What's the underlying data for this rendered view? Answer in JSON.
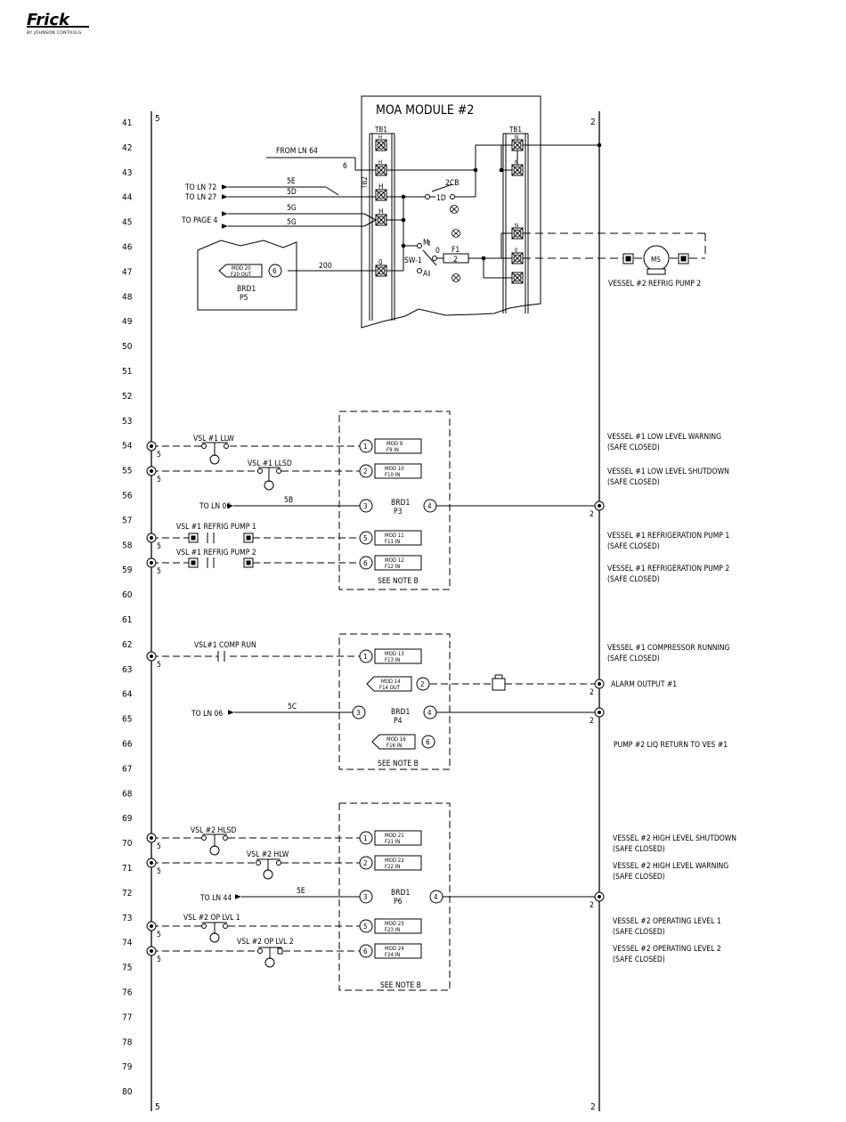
{
  "logo": {
    "brand": "Frick",
    "sub": "BY JOHNSON CONTROLS"
  },
  "module_title": "MOA MODULE #2",
  "line_numbers": [
    "41",
    "42",
    "43",
    "44",
    "45",
    "46",
    "47",
    "48",
    "49",
    "50",
    "51",
    "52",
    "53",
    "54",
    "55",
    "56",
    "57",
    "58",
    "59",
    "60",
    "61",
    "62",
    "63",
    "64",
    "65",
    "66",
    "67",
    "68",
    "69",
    "70",
    "71",
    "72",
    "73",
    "74",
    "75",
    "76",
    "77",
    "78",
    "79",
    "80"
  ],
  "rails": {
    "left": "5",
    "right": "2"
  },
  "top_section": {
    "tb1_left": "TB1",
    "tb1_right": "TB1",
    "tb2": "TB2",
    "from_ln": "FROM LN 64",
    "wire6": "6",
    "to_ln72": "TO LN 72",
    "to_ln27": "TO LN 27",
    "wire5e": "5E",
    "wire5d": "5D",
    "to_page4": "TO PAGE 4",
    "wire5g_a": "5G",
    "wire5g_b": "5G",
    "h": "H",
    "n": "N",
    "zero": "0",
    "cb": "2CB",
    "cb_term": "1D",
    "sw": "SW-1",
    "sw_m": "M",
    "sw_zero": "0",
    "sw_a": "A",
    "fuse": "F1",
    "fuse_num": "2",
    "mod20": "MOD 20",
    "mod20_sub": "F20 OUT",
    "node6": "6",
    "wire200": "200",
    "brd1": "BRD1",
    "p5": "P5",
    "motor": "MS",
    "pump_label": "VESSEL #2 REFRIG PUMP 2"
  },
  "p3_section": {
    "brd": "BRD1",
    "port": "P3",
    "note": "SEE NOTE B",
    "sw1": "VSL #1 LLW",
    "sw2": "VSL #1 LLSD",
    "sw3": "VSL #1 REFRIG PUMP 1",
    "sw4": "VSL #1 REFRIG PUMP 2",
    "to_ln": "TO LN 06",
    "wire": "5B",
    "mod9": "MOD 9",
    "mod9s": "F9 IN",
    "mod10": "MOD 10",
    "mod10s": "F10 IN",
    "mod11": "MOD 11",
    "mod11s": "F11 IN",
    "mod12": "MOD 12",
    "mod12s": "F12 IN",
    "n1": "1",
    "n2": "2",
    "n3": "3",
    "n4": "4",
    "n5": "5",
    "n6": "6",
    "desc1a": "VESSEL #1 LOW LEVEL WARNING",
    "desc1b": "(SAFE CLOSED)",
    "desc2a": "VESSEL #1 LOW LEVEL SHUTDOWN",
    "desc2b": "(SAFE CLOSED)",
    "desc3a": "VESSEL #1 REFRIGERATION PUMP 1",
    "desc3b": "(SAFE CLOSED)",
    "desc4a": "VESSEL #1 REFRIGERATION PUMP 2",
    "desc4b": "(SAFE CLOSED)"
  },
  "p4_section": {
    "brd": "BRD1",
    "port": "P4",
    "note": "SEE NOTE B",
    "sw1": "VSL#1 COMP RUN",
    "mod13": "MOD 13",
    "mod13s": "F13 IN",
    "mod14": "MOD 14",
    "mod14s": "F14 OUT",
    "mod16": "MOD 16",
    "mod16s": "F16 IN",
    "to_ln": "TO LN 06",
    "wire": "5C",
    "n1": "1",
    "n2": "2",
    "n3": "3",
    "n4": "4",
    "n6": "6",
    "desc1a": "VESSEL #1 COMPRESSOR RUNNING",
    "desc1b": "(SAFE CLOSED)",
    "desc2": "ALARM OUTPUT #1",
    "desc3": "PUMP #2 LIQ RETURN TO VES #1"
  },
  "p6_section": {
    "brd": "BRD1",
    "port": "P6",
    "note": "SEE NOTE B",
    "sw1": "VSL #2 HLSD",
    "sw2": "VSL #2 HLW",
    "sw3": "VSL #2 OP LVL 1",
    "sw4": "VSL #2 OP LVL 2",
    "to_ln": "TO LN 44",
    "wire": "5E",
    "mod21": "MOD 21",
    "mod21s": "F21 IN",
    "mod22": "MOD 22",
    "mod22s": "F22 IN",
    "mod23": "MOD 23",
    "mod23s": "F23 IN",
    "mod24": "MOD 24",
    "mod24s": "F24 IN",
    "n1": "1",
    "n2": "2",
    "n3": "3",
    "n4": "4",
    "n5": "5",
    "n6": "6",
    "desc1a": "VESSEL #2 HIGH LEVEL SHUTDOWN",
    "desc1b": "(SAFE CLOSED)",
    "desc2a": "VESSEL #2 HIGH LEVEL WARNING",
    "desc2b": "(SAFE CLOSED)",
    "desc3a": "VESSEL #2 OPERATING LEVEL 1",
    "desc3b": "(SAFE CLOSED)",
    "desc4a": "VESSEL #2 OPERATING LEVEL 2",
    "desc4b": "(SAFE CLOSED)"
  }
}
